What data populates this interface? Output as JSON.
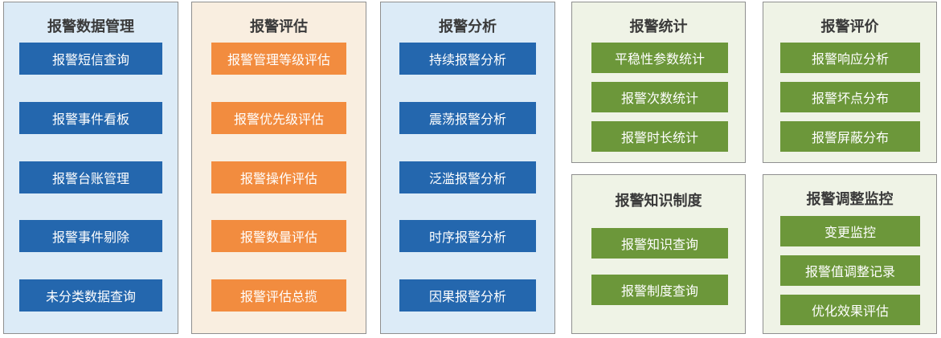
{
  "colors": {
    "blue_panel_bg": "#dcebf7",
    "blue_button": "#2467ae",
    "orange_panel_bg": "#f9eee0",
    "orange_button": "#f28c3f",
    "green_panel_bg": "#eff3e6",
    "green_button": "#6c973a",
    "panel_border": "#8f8f8f",
    "title_text": "#3a3a3a",
    "button_text": "#ffffff"
  },
  "panels": {
    "data_mgmt": {
      "title": "报警数据管理",
      "items": [
        "报警短信查询",
        "报警事件看板",
        "报警台账管理",
        "报警事件剔除",
        "未分类数据查询"
      ]
    },
    "assessment": {
      "title": "报警评估",
      "items": [
        "报警管理等级评估",
        "报警优先级评估",
        "报警操作评估",
        "报警数量评估",
        "报警评估总揽"
      ]
    },
    "analysis": {
      "title": "报警分析",
      "items": [
        "持续报警分析",
        "震荡报警分析",
        "泛滥报警分析",
        "时序报警分析",
        "因果报警分析"
      ]
    },
    "statistics": {
      "title": "报警统计",
      "items": [
        "平稳性参数统计",
        "报警次数统计",
        "报警时长统计"
      ]
    },
    "evaluation": {
      "title": "报警评价",
      "items": [
        "报警响应分析",
        "报警坏点分布",
        "报警屏蔽分布"
      ]
    },
    "knowledge": {
      "title": "报警知识制度",
      "items": [
        "报警知识查询",
        "报警制度查询"
      ]
    },
    "adjustment": {
      "title": "报警调整监控",
      "items": [
        "变更监控",
        "报警值调整记录",
        "优化效果评估"
      ]
    }
  }
}
